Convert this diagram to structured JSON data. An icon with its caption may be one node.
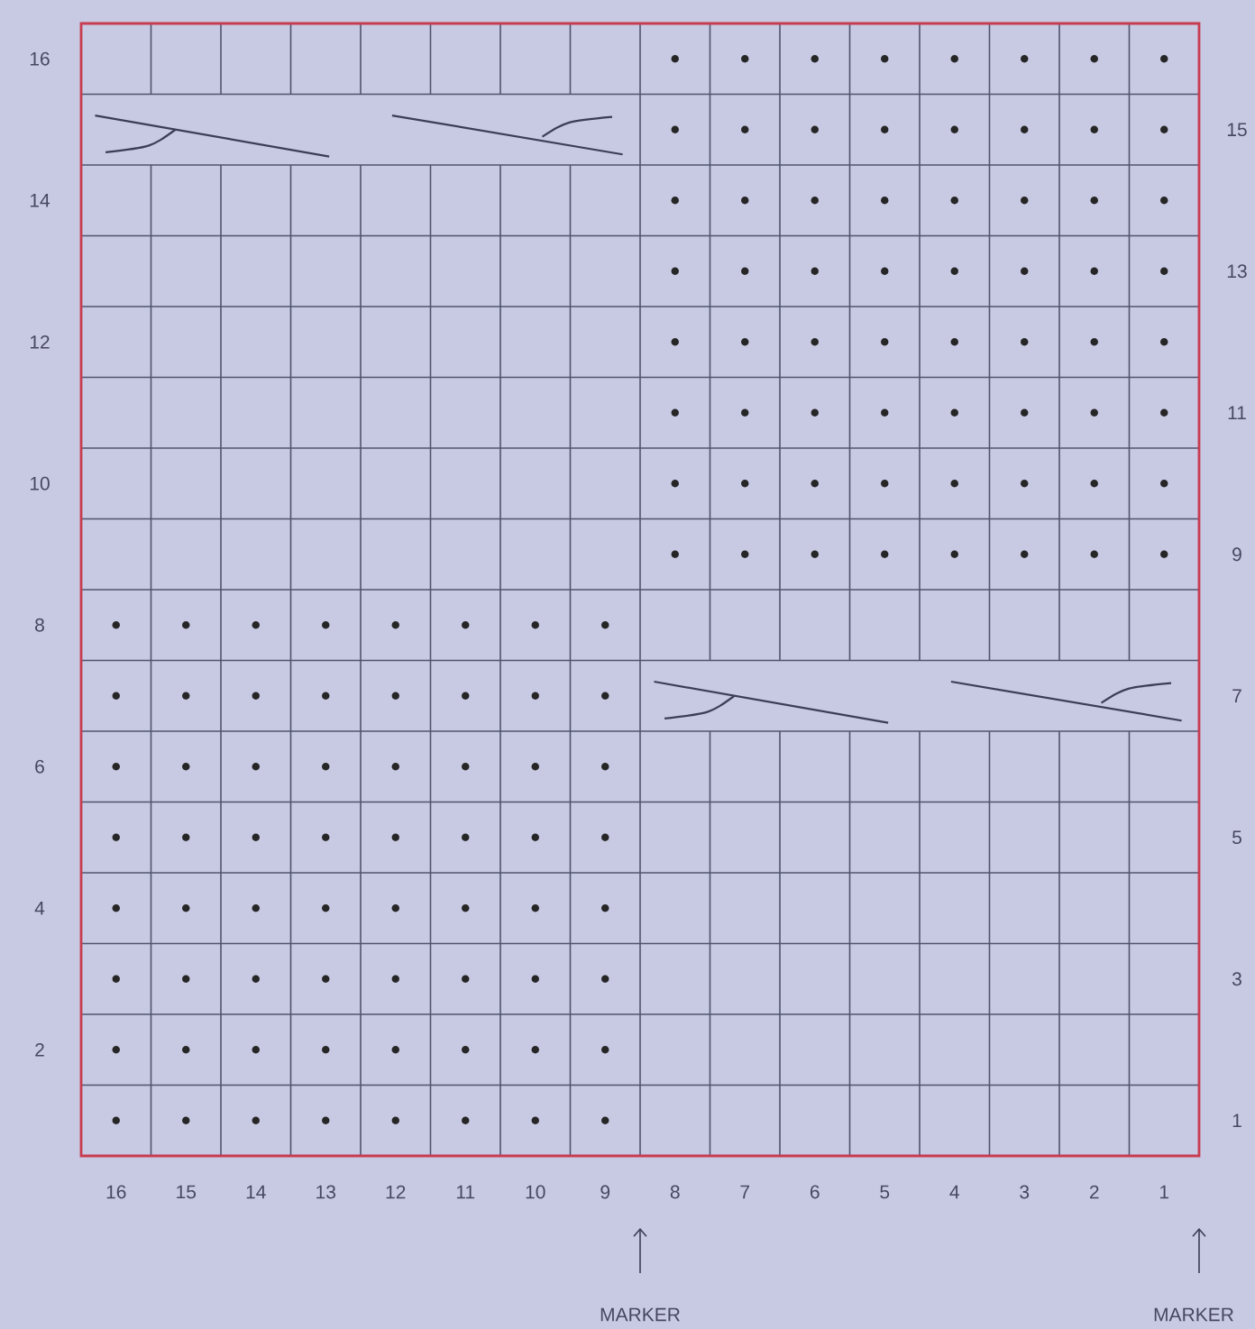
{
  "diagram": {
    "labels": [
      "16",
      "15",
      "14",
      "13",
      "12",
      "11",
      "10",
      "9",
      "8",
      "7",
      "6",
      "5",
      "4",
      "3",
      "2",
      "1",
      "16",
      "15",
      "14",
      "13",
      "12",
      "11",
      "10",
      "9",
      "8",
      "7",
      "6",
      "5",
      "4",
      "3",
      "2",
      "1",
      "MARKER",
      "MARKER"
    ]
  }
}
